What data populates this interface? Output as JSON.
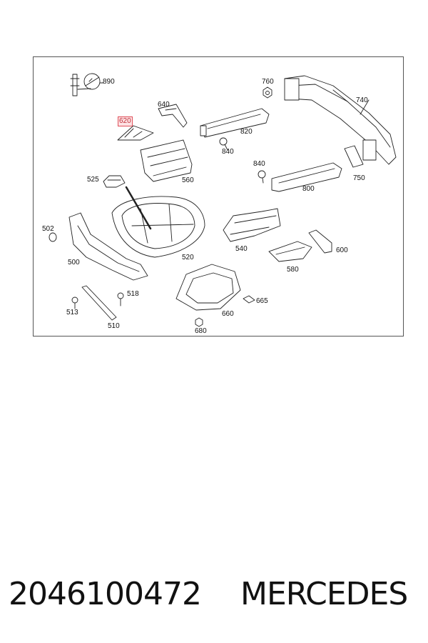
{
  "diagram": {
    "highlighted_part": "620",
    "parts": [
      {
        "id": "p890",
        "label": "890",
        "name": "bolt-bracket-890"
      },
      {
        "id": "p760",
        "label": "760",
        "name": "nut-760"
      },
      {
        "id": "p740",
        "label": "740",
        "name": "rear-bumper-carrier-740"
      },
      {
        "id": "p640",
        "label": "640",
        "name": "bracket-640"
      },
      {
        "id": "p620",
        "label": "620",
        "name": "bracket-620"
      },
      {
        "id": "p820",
        "label": "820",
        "name": "crossmember-820"
      },
      {
        "id": "p840a",
        "label": "840",
        "name": "bolt-840"
      },
      {
        "id": "p840b",
        "label": "840",
        "name": "bolt-840"
      },
      {
        "id": "p560",
        "label": "560",
        "name": "panel-560"
      },
      {
        "id": "p525",
        "label": "525",
        "name": "clip-525"
      },
      {
        "id": "p800",
        "label": "800",
        "name": "rail-800"
      },
      {
        "id": "p750",
        "label": "750",
        "name": "plate-750"
      },
      {
        "id": "p502",
        "label": "502",
        "name": "grommet-502"
      },
      {
        "id": "p500",
        "label": "500",
        "name": "side-member-500"
      },
      {
        "id": "p520",
        "label": "520",
        "name": "spare-wheel-well-520"
      },
      {
        "id": "p540",
        "label": "540",
        "name": "wheel-arch-panel-540"
      },
      {
        "id": "p600",
        "label": "600",
        "name": "bracket-600"
      },
      {
        "id": "p580",
        "label": "580",
        "name": "reinforcement-580"
      },
      {
        "id": "p518",
        "label": "518",
        "name": "screw-518"
      },
      {
        "id": "p513",
        "label": "513",
        "name": "screw-513"
      },
      {
        "id": "p510",
        "label": "510",
        "name": "strut-510"
      },
      {
        "id": "p665",
        "label": "665",
        "name": "clip-665"
      },
      {
        "id": "p660",
        "label": "660",
        "name": "floor-panel-660"
      },
      {
        "id": "p680",
        "label": "680",
        "name": "nut-680"
      }
    ]
  },
  "footer": {
    "part_number": "2046100472",
    "brand": "MERCEDES"
  }
}
